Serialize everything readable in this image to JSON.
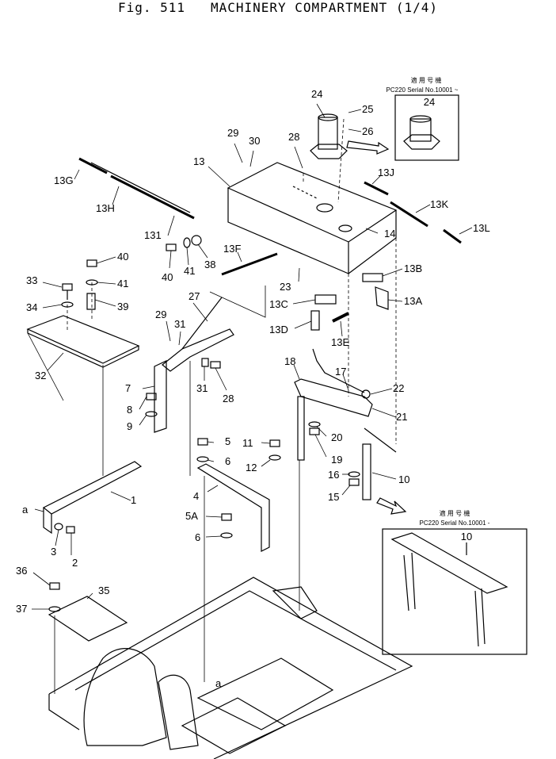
{
  "figure": {
    "number": "Fig. 511",
    "title": "MACHINERY COMPARTMENT (1/4)"
  },
  "insets": [
    {
      "caption": "適 用 号 機",
      "serial": "PC220 Serial No.10001 ~",
      "part": "24"
    },
    {
      "caption": "適 用 号 機",
      "serial": "PC220 Serial No.10001 -",
      "part": "10"
    }
  ],
  "callouts": [
    "1",
    "2",
    "3",
    "4",
    "5",
    "5A",
    "6",
    "6",
    "7",
    "8",
    "9",
    "10",
    "11",
    "12",
    "13",
    "13A",
    "13B",
    "13C",
    "13D",
    "13E",
    "13F",
    "13G",
    "13H",
    "13J",
    "13K",
    "13L",
    "131",
    "14",
    "15",
    "16",
    "17",
    "18",
    "19",
    "20",
    "21",
    "22",
    "23",
    "24",
    "25",
    "26",
    "27",
    "28",
    "28",
    "29",
    "29",
    "30",
    "31",
    "31",
    "32",
    "33",
    "34",
    "35",
    "36",
    "37",
    "38",
    "39",
    "40",
    "40",
    "41",
    "41",
    "a",
    "a"
  ]
}
